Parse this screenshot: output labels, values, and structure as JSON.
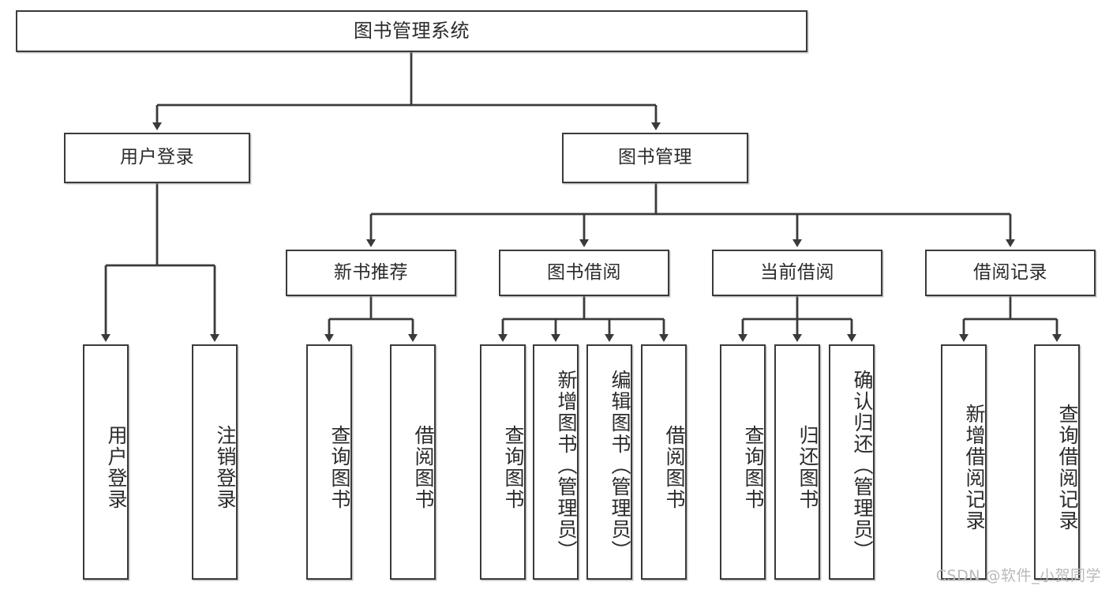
{
  "diagram": {
    "title": "图书管理系统",
    "type": "tree",
    "watermark": "CSDN @软件_小贺同学",
    "colors": {
      "box_border": "#3a3a3a",
      "box_fill": "#ffffff",
      "edge": "#3a3a3a",
      "text": "#2b2b2b",
      "watermark": "#b9b9b9"
    },
    "nodes": {
      "root": {
        "label": "图书管理系统"
      },
      "level2": [
        {
          "label": "用户登录"
        },
        {
          "label": "图书管理"
        }
      ],
      "level3": [
        {
          "label": "新书推荐"
        },
        {
          "label": "图书借阅"
        },
        {
          "label": "当前借阅"
        },
        {
          "label": "借阅记录"
        }
      ],
      "leaves": {
        "user_login": [
          {
            "label": "用户登录"
          },
          {
            "label": "注销登录"
          }
        ],
        "new_book_recommend": [
          {
            "label": "查询图书"
          },
          {
            "label": "借阅图书"
          }
        ],
        "book_borrow": [
          {
            "label": "查询图书"
          },
          {
            "label": "新增图书（管理员）"
          },
          {
            "label": "编辑图书（管理员）"
          },
          {
            "label": "借阅图书"
          }
        ],
        "current_borrow": [
          {
            "label": "查询图书"
          },
          {
            "label": "归还图书"
          },
          {
            "label": "确认归还（管理员）"
          }
        ],
        "borrow_record": [
          {
            "label": "新增借阅记录"
          },
          {
            "label": "查询借阅记录"
          }
        ]
      }
    }
  }
}
